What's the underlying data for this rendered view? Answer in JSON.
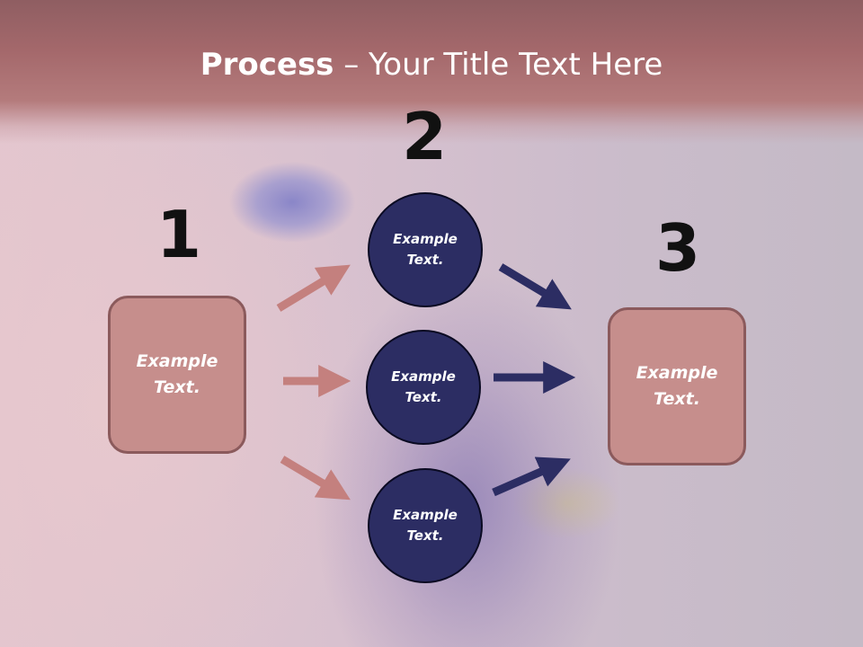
{
  "title": {
    "bold": "Process",
    "rest": " – Your Title Text Here"
  },
  "numbers": [
    "1",
    "2",
    "3"
  ],
  "left_box": {
    "text": "Example\nText."
  },
  "circles": [
    {
      "text": "Example\nText."
    },
    {
      "text": "Example\nText."
    },
    {
      "text": "Example\nText."
    }
  ],
  "right_box": {
    "text": "Example\nText."
  },
  "colors": {
    "title_band": "#a4686b",
    "box_fill": "#c68e8c",
    "box_border": "#8b5a5c",
    "circle_fill": "#2c2d63",
    "arrow_left": "#c4807e",
    "arrow_right": "#2c2d63"
  }
}
